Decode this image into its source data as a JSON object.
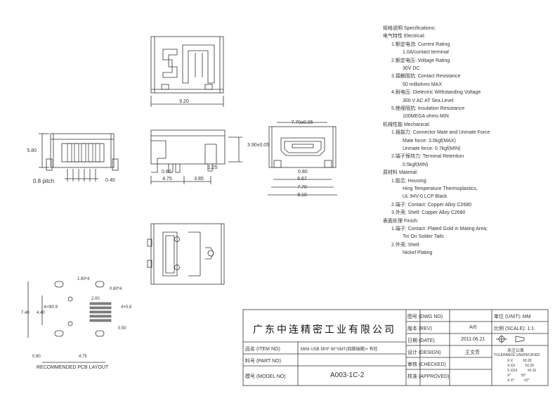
{
  "dims": {
    "top_width": "9.20",
    "side_height": "5.80",
    "pitch": "0.8 pitch",
    "side_040": "0.40",
    "mid_390": "3.90±0.05",
    "mid_080": "0.80",
    "mid_125": "1.25",
    "mid_475": "4.75",
    "mid_385": "3.85",
    "front_770t": "7.70±0.05",
    "front_080": "0.80",
    "front_667": "6.67",
    "front_770": "7.70",
    "front_810": "8.10",
    "pcb_190": "1.90*4",
    "pcb_080x4": "0.80*4",
    "pcb_200": "2.00",
    "pcb_09": "4×Φ0.9",
    "pcb_4x08": "4×0.8",
    "pcb_740": "7.40",
    "pcb_440": "4.40",
    "pcb_050": "0.50",
    "pcb_080": "0.80",
    "pcb_475": "4.75",
    "pcb_title": "RECOMMENDED PCB LAYOUT"
  },
  "specs": [
    {
      "text": "规格说明 Specifications:",
      "indent": 0
    },
    {
      "text": "电气特性 Electrical:",
      "indent": 0
    },
    {
      "text": "1.额定电流: Current Rating",
      "indent": 1
    },
    {
      "text": "1.0A/contact terminal",
      "indent": 2
    },
    {
      "text": "2.额定电压: Voltage Rating",
      "indent": 1
    },
    {
      "text": "30V DC",
      "indent": 2
    },
    {
      "text": "3.接触阻抗: Contact Resistance",
      "indent": 1
    },
    {
      "text": "50 milliohms MAX",
      "indent": 2
    },
    {
      "text": "4.耐电压: Dielectric Withstanding Voltage",
      "indent": 1
    },
    {
      "text": "300 V AC AT Sea Level",
      "indent": 2
    },
    {
      "text": "5.绝缘阻抗: Insulation Resistance",
      "indent": 1
    },
    {
      "text": "100MEGA ohms MIN",
      "indent": 2
    },
    {
      "text": "机械性能 Mechanical:",
      "indent": 0
    },
    {
      "text": "1.插拔力: Connector Mate and Unmate Force",
      "indent": 1
    },
    {
      "text": "Mate force: 3.0kgf(MAX)",
      "indent": 2
    },
    {
      "text": "Unmate force: 0.7kgf(MIN)",
      "indent": 2
    },
    {
      "text": "2.端子保持力: Terminal Retention",
      "indent": 1
    },
    {
      "text": "0.5kgf(MIN)",
      "indent": 2
    },
    {
      "text": "原材料 Material:",
      "indent": 0
    },
    {
      "text": "1.胶芯: Housing:",
      "indent": 1
    },
    {
      "text": "Hing Temperature Thermoplastics,",
      "indent": 2
    },
    {
      "text": "UL 94V-0  LCP Black",
      "indent": 2
    },
    {
      "text": "2.端子: Contact: Copper Alloy C2680",
      "indent": 1
    },
    {
      "text": "3.外壳: Shell: Copper Alloy C2680",
      "indent": 1
    },
    {
      "text": "表面处理 Finish:",
      "indent": 0
    },
    {
      "text": "1.端子: Contact: Plated Gold in Mating Area;",
      "indent": 1
    },
    {
      "text": "Tin On Solder Tails",
      "indent": 2
    },
    {
      "text": "2.外壳: Shell:",
      "indent": 1
    },
    {
      "text": "Nickel Plating",
      "indent": 2
    }
  ],
  "title_block": {
    "company": "广东中连精密工业有限公司",
    "item_label": "品名",
    "item_en": "(ITEM NO)",
    "item_value": "MINI USB 5P/F 90°SMT(四脚插脚)+ 有柱",
    "part_label": "料号",
    "part_en": "(PART NO)",
    "model_label": "模号",
    "model_en": "(MODEL NO)",
    "model_value": "A003-1C-2",
    "dwg_label": "图号",
    "dwg_en": "(DWG NO)",
    "rev_label": "版本",
    "rev_en": "(REV)",
    "rev_value": "A/0",
    "date_label": "日期",
    "date_en": "(DATE)",
    "date_value": "2011.06.21",
    "design_label": "设计",
    "design_en": "(DESIGN)",
    "design_value": "王文芳",
    "checked_label": "审核",
    "checked_en": "(CHECKED)",
    "approved_label": "核准",
    "approved_en": "(APPROVED)",
    "unit_label": "单位",
    "unit_en": "(UNIT):",
    "unit_value": "MM",
    "scale_label": "比例",
    "scale_en": "(SCALE):",
    "scale_value": "1:1",
    "tol_title": "未注公差",
    "tol_sub": "TOLERANCE UNSPECIFIED",
    "tol_rows": [
      {
        "k": "X.X",
        "v": "±0.20"
      },
      {
        "k": "X.XX",
        "v": "±0.20"
      },
      {
        "k": "X.XXX",
        "v": "±0.10"
      },
      {
        "k": "X°",
        "v": "±5°"
      },
      {
        "k": "X.X°",
        "v": "±2°"
      }
    ]
  }
}
